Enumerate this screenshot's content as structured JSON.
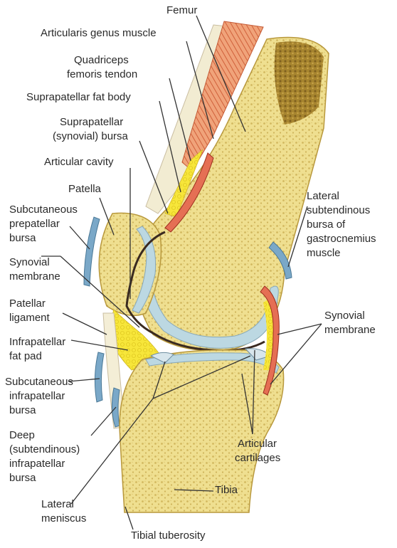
{
  "labels": {
    "femur": "Femur",
    "articularis_genus": "Articularis genus muscle",
    "quadriceps_1": "Quadriceps",
    "quadriceps_2": "femoris tendon",
    "suprapatellar_fat": "Suprapatellar fat body",
    "suprapatellar_bursa_1": "Suprapatellar",
    "suprapatellar_bursa_2": "(synovial) bursa",
    "articular_cavity": "Articular cavity",
    "patella": "Patella",
    "subcut_prepatellar_1": "Subcutaneous",
    "subcut_prepatellar_2": "prepatellar",
    "subcut_prepatellar_3": "bursa",
    "synovial_left_1": "Synovial",
    "synovial_left_2": "membrane",
    "patellar_lig_1": "Patellar",
    "patellar_lig_2": "ligament",
    "infrapatellar_fat_1": "Infrapatellar",
    "infrapatellar_fat_2": "fat pad",
    "subcut_infrapatellar_1": "Subcutaneous",
    "subcut_infrapatellar_2": "infrapatellar",
    "subcut_infrapatellar_3": "bursa",
    "deep_infra_1": "Deep",
    "deep_infra_2": "(subtendinous)",
    "deep_infra_3": "infrapatellar",
    "deep_infra_4": "bursa",
    "lateral_meniscus_1": "Lateral",
    "lateral_meniscus_2": "meniscus",
    "tibial_tuberosity": "Tibial tuberosity",
    "tibia": "Tibia",
    "articular_cart_1": "Articular",
    "articular_cart_2": "cartilages",
    "synovial_right_1": "Synovial",
    "synovial_right_2": "membrane",
    "lat_subtend_1": "Lateral",
    "lat_subtend_2": "subtendinous",
    "lat_subtend_3": "bursa of",
    "lat_subtend_4": "gastrocnemius",
    "lat_subtend_5": "muscle"
  },
  "colors": {
    "bone": "#eedd8a",
    "bone_dark": "#c9a94a",
    "marrow": "#9c7a2c",
    "cartilage": "#b9d6e0",
    "bursa": "#7aa8c8",
    "fat": "#f6e640",
    "muscle": "#e07a4a",
    "synovial": "#b8402e",
    "leader": "#333333"
  }
}
